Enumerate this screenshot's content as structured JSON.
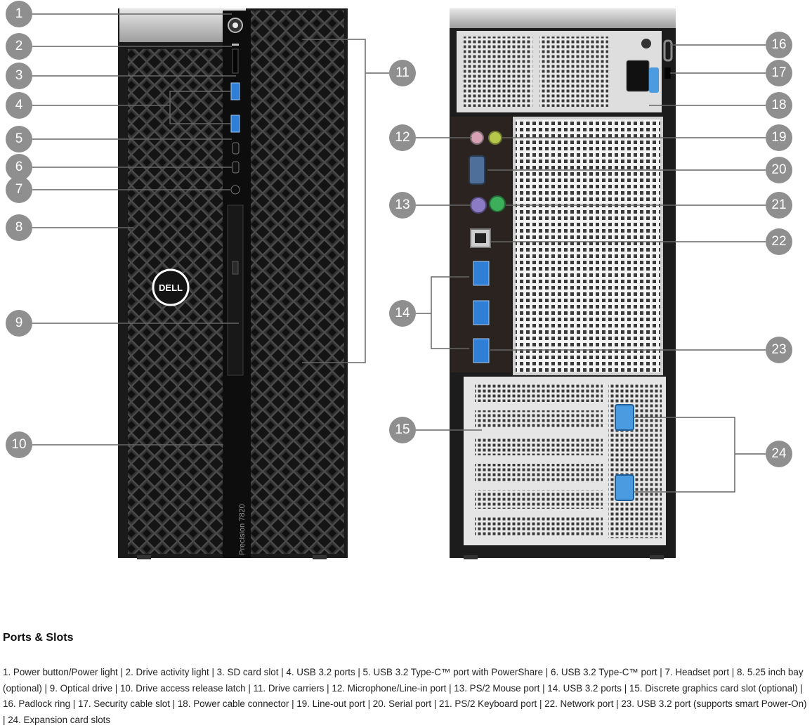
{
  "callouts": {
    "c1": "1",
    "c2": "2",
    "c3": "3",
    "c4": "4",
    "c5": "5",
    "c6": "6",
    "c7": "7",
    "c8": "8",
    "c9": "9",
    "c10": "10",
    "c11": "11",
    "c12": "12",
    "c13": "13",
    "c14": "14",
    "c15": "15",
    "c16": "16",
    "c17": "17",
    "c18": "18",
    "c19": "19",
    "c20": "20",
    "c21": "21",
    "c22": "22",
    "c23": "23",
    "c24": "24"
  },
  "front": {
    "brand": "DELL",
    "model": "Precision 7820"
  },
  "section": {
    "title": "Ports & Slots",
    "legend": "1. Power button/Power light | 2. Drive activity light | 3. SD card slot | 4. USB 3.2 ports | 5. USB 3.2 Type-C™ port with PowerShare | 6. USB 3.2 Type-C™ port | 7. Headset port | 8. 5.25 inch bay (optional) | 9. Optical drive | 10. Drive access release latch | 11. Drive carriers | 12. Microphone/Line-in port | 13. PS/2 Mouse port | 14. USB 3.2 ports | 15. Discrete graphics card slot (optional) | 16. Padlock ring | 17. Security cable slot | 18. Power cable connector | 19. Line-out port | 20. Serial port | 21. PS/2 Keyboard port | 22. Network port | 23. USB 3.2 port (supports smart Power-On) | 24. Expansion card slots"
  },
  "colors": {
    "callout": "#8f8f8f",
    "chassis": "#1c1c1c",
    "silver": "#c9c9c9",
    "usb_blue": "#2f7fd6",
    "latch_blue": "#4a9be0",
    "ps2_purple": "#8b7bc4",
    "ps2_green": "#3dae5a",
    "audio_lime": "#b5c84a",
    "audio_pink": "#d7a1b4"
  }
}
